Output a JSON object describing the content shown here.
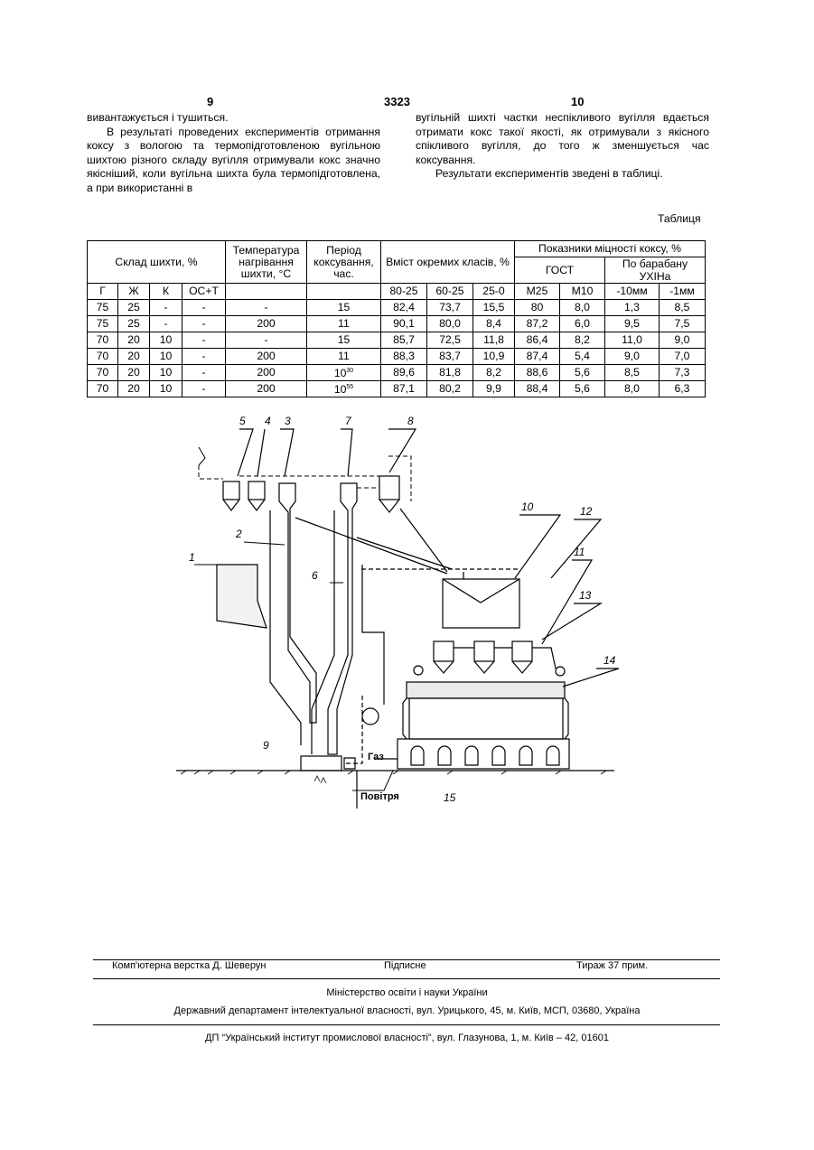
{
  "header": {
    "page_left": "9",
    "patent_no": "3323",
    "page_right": "10"
  },
  "left_column": {
    "line1": "вивантажується і тушиться.",
    "paragraph": "В результаті проведених експериментів отримання коксу з вологою та термопідготовленою вугільною шихтою різного складу вугілля отримували кокс значно якісніший, коли вугільна шихта була   термопідготовлена, а при використанні в"
  },
  "right_column": {
    "paragraph": "вугільній шихті частки неспікливого вугілля вдається отримати кокс такої якості, як отримували з якісного спікливого вугілля, до того ж зменшується час коксування.",
    "results": "Результати експериментів зведені в таблиці."
  },
  "table_caption": "Таблиця",
  "table": {
    "h_composition": "Склад шихти, %",
    "h_temperature": "Температура нагрівання шихти, °С",
    "h_period": "Період коксування, час.",
    "h_content": "Вміст окремих класів, %",
    "h_strength": "Показники міцності коксу, %",
    "h_gost": "ГОСТ",
    "h_drum": "По барабану УХІНа",
    "sub": [
      "Г",
      "Ж",
      "К",
      "ОС+Т",
      "",
      "",
      "80-25",
      "60-25",
      "25-0",
      "М25",
      "М10",
      "-10мм",
      "-1мм"
    ],
    "rows": [
      {
        "cells": [
          "75",
          "25",
          "-",
          "-",
          "-",
          "15",
          "82,4",
          "73,7",
          "15,5",
          "80",
          "8,0",
          "1,3",
          "8,5"
        ],
        "period_sup": ""
      },
      {
        "cells": [
          "75",
          "25",
          "-",
          "-",
          "200",
          "11",
          "90,1",
          "80,0",
          "8,4",
          "87,2",
          "6,0",
          "9,5",
          "7,5"
        ],
        "period_sup": ""
      },
      {
        "cells": [
          "70",
          "20",
          "10",
          "-",
          "-",
          "15",
          "85,7",
          "72,5",
          "11,8",
          "86,4",
          "8,2",
          "11,0",
          "9,0"
        ],
        "period_sup": ""
      },
      {
        "cells": [
          "70",
          "20",
          "10",
          "-",
          "200",
          "11",
          "88,3",
          "83,7",
          "10,9",
          "87,4",
          "5,4",
          "9,0",
          "7,0"
        ],
        "period_sup": ""
      },
      {
        "cells": [
          "70",
          "20",
          "10",
          "-",
          "200",
          "10",
          "89,6",
          "81,8",
          "8,2",
          "88,6",
          "5,6",
          "8,5",
          "7,3"
        ],
        "period_sup": "30"
      },
      {
        "cells": [
          "70",
          "20",
          "10",
          "-",
          "200",
          "10",
          "87,1",
          "80,2",
          "9,9",
          "88,4",
          "5,6",
          "8,0",
          "6,3"
        ],
        "period_sup": "55"
      }
    ]
  },
  "figure": {
    "labels": [
      "1",
      "2",
      "3",
      "4",
      "5",
      "6",
      "7",
      "8",
      "9",
      "10",
      "11",
      "12",
      "13",
      "14",
      "15"
    ],
    "gas_label": "Газ",
    "air_label": "Повітря"
  },
  "footer": {
    "layout": "Комп'ютерна верстка Д. Шеверун",
    "signed": "Підписне",
    "circulation": "Тираж 37 прим.",
    "ministry": "Міністерство освіти і науки України",
    "department": "Державний департамент інтелектуальної власності, вул. Урицького, 45, м. Київ, МСП, 03680, Україна",
    "institute": "ДП “Український інститут промислової власності”, вул. Глазунова, 1, м. Київ – 42, 01601"
  }
}
